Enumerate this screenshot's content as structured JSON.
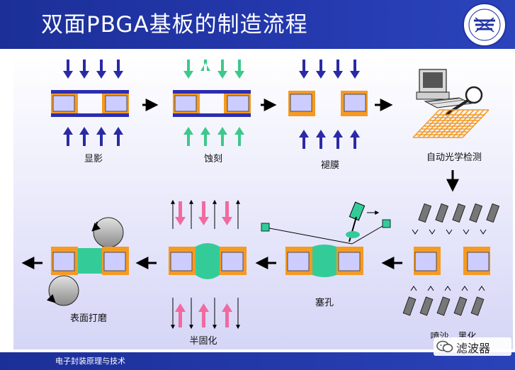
{
  "header": {
    "title": "双面PBGA基板的制造流程"
  },
  "steps": {
    "develop": "显影",
    "etch": "蚀刻",
    "strip": "褪膜",
    "aoi": "自动光学检测",
    "blacken": "喷沙、黑化",
    "plug": "塞孔",
    "semicure": "半固化",
    "grind": "表面打磨"
  },
  "footer": {
    "course": "电子封装原理与技术"
  },
  "watermark": {
    "text": "滤波器"
  },
  "colors": {
    "header_blue": "#1f33a3",
    "substrate_orange": "#f59a23",
    "core_lavender": "#ccccff",
    "photoresist_blue": "#2d2db0",
    "develop_arrow": "#2a2aa6",
    "etch_arrow": "#3cc98a",
    "plug_green": "#33cc99",
    "cure_arrow_pink": "#f06aa0"
  }
}
